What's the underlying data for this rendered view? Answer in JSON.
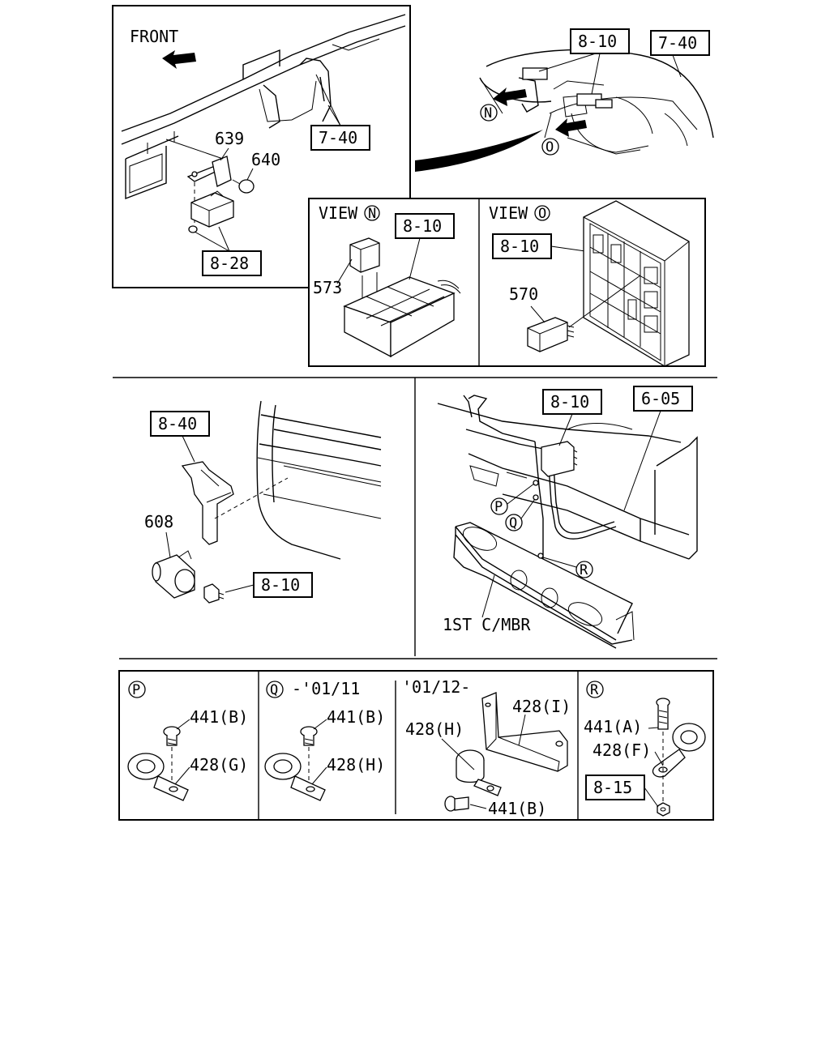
{
  "labels": {
    "front": "FRONT",
    "view_n": "VIEW",
    "view_o": "VIEW",
    "first_cmbr": "1ST C/MBR",
    "q_range": "-'01/11",
    "late_range": "'01/12-",
    "p_441": "441(B)",
    "p_428": "428(G)",
    "q_441": "441(B)",
    "q_428": "428(H)",
    "late_428h": "428(H)",
    "late_428i": "428(I)",
    "late_441": "441(B)",
    "r_441": "441(A)",
    "r_428": "428(F)"
  },
  "callouts": {
    "c_n": "N",
    "c_o": "O",
    "c_p": "P",
    "c_q": "Q",
    "c_r": "R",
    "vn_circle": "N",
    "vo_circle": "O",
    "p_circle": "P",
    "q_circle": "Q",
    "r_circle": "R"
  },
  "refs": {
    "r740a": "7-40",
    "r828": "8-28",
    "r810a": "8-10",
    "r740b": "7-40",
    "r810_vn": "8-10",
    "r810_vo": "8-10",
    "r840": "8-40",
    "r810_horn": "8-10",
    "r810_frame": "8-10",
    "r605": "6-05",
    "r815": "8-15"
  },
  "parts": {
    "p639": "639",
    "p640": "640",
    "p573": "573",
    "p570": "570",
    "p608": "608"
  }
}
